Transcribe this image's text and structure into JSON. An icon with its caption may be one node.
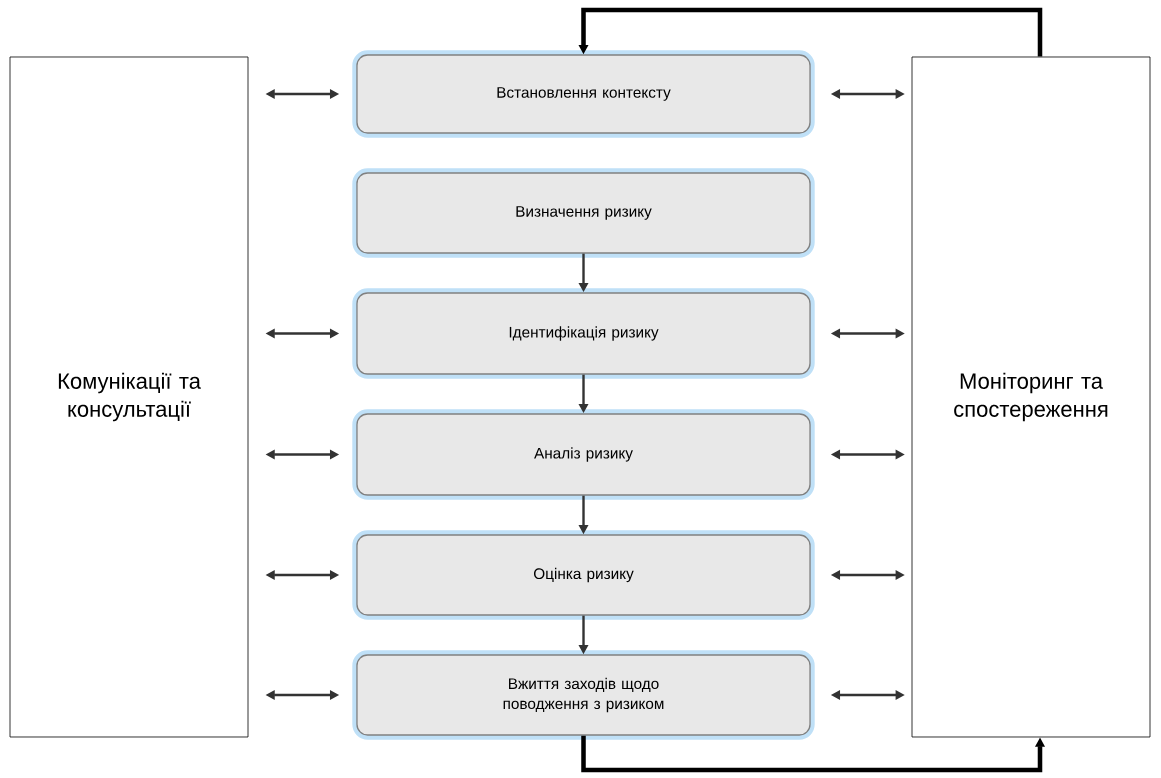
{
  "diagram": {
    "nodes": [
      {
        "text": [
          "Комунікації та консультації"
        ]
      },
      {
        "text": [
          "Встановлення контексту"
        ]
      },
      {
        "text": [
          "Визначення ризику"
        ]
      },
      {
        "text": [
          "Ідентифікація ризику"
        ]
      },
      {
        "text": [
          "Аналіз ризику"
        ]
      },
      {
        "text": [
          "Оцінка ризику"
        ]
      },
      {
        "text": [
          "Вжиття заходів щодо поводження з ризиком"
        ]
      },
      {
        "text": [
          "Моніторинг та спостереження"
        ]
      }
    ],
    "edges": [
      {
        "from": 0,
        "to": 1,
        "arrow": "both"
      },
      {
        "from": 1,
        "to": 7,
        "arrow": "both"
      },
      {
        "from": 0,
        "to": 3,
        "arrow": "both"
      },
      {
        "from": 3,
        "to": 7,
        "arrow": "both"
      },
      {
        "from": 0,
        "to": 4,
        "arrow": "both"
      },
      {
        "from": 4,
        "to": 7,
        "arrow": "both"
      },
      {
        "from": 0,
        "to": 5,
        "arrow": "both"
      },
      {
        "from": 5,
        "to": 7,
        "arrow": "both"
      },
      {
        "from": 0,
        "to": 6,
        "arrow": "both"
      },
      {
        "from": 6,
        "to": 7,
        "arrow": "both"
      },
      {
        "from": 2,
        "to": 3,
        "arrow": "to"
      },
      {
        "from": 3,
        "to": 4,
        "arrow": "to"
      },
      {
        "from": 4,
        "to": 5,
        "arrow": "to"
      },
      {
        "from": 5,
        "to": 6,
        "arrow": "to"
      },
      {
        "from": 7,
        "to": 1,
        "arrow": "to",
        "style": "thick"
      },
      {
        "from": 6,
        "to": 7,
        "arrow": "to",
        "style": "thick"
      }
    ]
  }
}
